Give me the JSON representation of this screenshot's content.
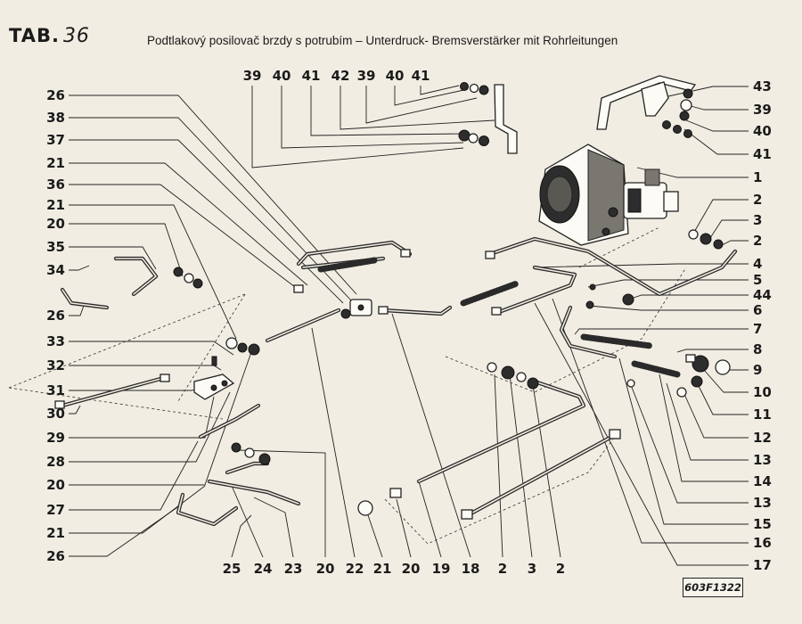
{
  "header": {
    "tab_label": "TAB.",
    "tab_number": "36",
    "caption": "Podtlakový posilovač brzdy s potrubím – Unterdruck- Bremsverstärker mit Rohrleitungen"
  },
  "stamp": "603F1322",
  "callouts": [
    {
      "key": "t39",
      "text": "39"
    },
    {
      "key": "t40",
      "text": "40"
    },
    {
      "key": "t41",
      "text": "41"
    },
    {
      "key": "t42",
      "text": "42"
    },
    {
      "key": "t39b",
      "text": "39"
    },
    {
      "key": "t40b",
      "text": "40"
    },
    {
      "key": "t41b",
      "text": "41"
    },
    {
      "key": "l26",
      "text": "26"
    },
    {
      "key": "l38",
      "text": "38"
    },
    {
      "key": "l37",
      "text": "37"
    },
    {
      "key": "l21",
      "text": "21"
    },
    {
      "key": "l36",
      "text": "36"
    },
    {
      "key": "l21b",
      "text": "21"
    },
    {
      "key": "l20",
      "text": "20"
    },
    {
      "key": "l35",
      "text": "35"
    },
    {
      "key": "l34",
      "text": "34"
    },
    {
      "key": "l26b",
      "text": "26"
    },
    {
      "key": "l33",
      "text": "33"
    },
    {
      "key": "l32",
      "text": "32"
    },
    {
      "key": "l31",
      "text": "31"
    },
    {
      "key": "l30",
      "text": "30"
    },
    {
      "key": "l29",
      "text": "29"
    },
    {
      "key": "l28",
      "text": "28"
    },
    {
      "key": "l20b",
      "text": "20"
    },
    {
      "key": "l27",
      "text": "27"
    },
    {
      "key": "l21c",
      "text": "21"
    },
    {
      "key": "l26c",
      "text": "26"
    },
    {
      "key": "b25",
      "text": "25"
    },
    {
      "key": "b24",
      "text": "24"
    },
    {
      "key": "b23",
      "text": "23"
    },
    {
      "key": "b20",
      "text": "20"
    },
    {
      "key": "b22",
      "text": "22"
    },
    {
      "key": "b21",
      "text": "21"
    },
    {
      "key": "b20b",
      "text": "20"
    },
    {
      "key": "b19",
      "text": "19"
    },
    {
      "key": "b18",
      "text": "18"
    },
    {
      "key": "b2",
      "text": "2"
    },
    {
      "key": "b3",
      "text": "3"
    },
    {
      "key": "b2b",
      "text": "2"
    },
    {
      "key": "r43",
      "text": "43"
    },
    {
      "key": "r39",
      "text": "39"
    },
    {
      "key": "r40",
      "text": "40"
    },
    {
      "key": "r41",
      "text": "41"
    },
    {
      "key": "r1",
      "text": "1"
    },
    {
      "key": "r2",
      "text": "2"
    },
    {
      "key": "r3",
      "text": "3"
    },
    {
      "key": "r2b",
      "text": "2"
    },
    {
      "key": "r4",
      "text": "4"
    },
    {
      "key": "r5",
      "text": "5"
    },
    {
      "key": "r44",
      "text": "44"
    },
    {
      "key": "r6",
      "text": "6"
    },
    {
      "key": "r7",
      "text": "7"
    },
    {
      "key": "r8",
      "text": "8"
    },
    {
      "key": "r9",
      "text": "9"
    },
    {
      "key": "r10",
      "text": "10"
    },
    {
      "key": "r11",
      "text": "11"
    },
    {
      "key": "r12",
      "text": "12"
    },
    {
      "key": "r13",
      "text": "13"
    },
    {
      "key": "r14",
      "text": "14"
    },
    {
      "key": "r13b",
      "text": "13"
    },
    {
      "key": "r15",
      "text": "15"
    },
    {
      "key": "r16",
      "text": "16"
    },
    {
      "key": "r17",
      "text": "17"
    }
  ]
}
